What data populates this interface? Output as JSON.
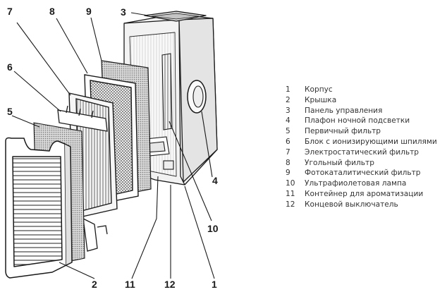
{
  "callouts": [
    {
      "id": "n1",
      "text": "1"
    },
    {
      "id": "n2",
      "text": "2"
    },
    {
      "id": "n3",
      "text": "3"
    },
    {
      "id": "n4",
      "text": "4"
    },
    {
      "id": "n5",
      "text": "5"
    },
    {
      "id": "n6",
      "text": "6"
    },
    {
      "id": "n7",
      "text": "7"
    },
    {
      "id": "n8",
      "text": "8"
    },
    {
      "id": "n9",
      "text": "9"
    },
    {
      "id": "n10",
      "text": "10"
    },
    {
      "id": "n11",
      "text": "11"
    },
    {
      "id": "n12",
      "text": "12"
    }
  ],
  "legend": [
    {
      "num": "1",
      "label": "Корпус"
    },
    {
      "num": "2",
      "label": "Крышка"
    },
    {
      "num": "3",
      "label": "Панель управления"
    },
    {
      "num": "4",
      "label": "Плафон ночной подсветки"
    },
    {
      "num": "5",
      "label": "Первичный фильтр"
    },
    {
      "num": "6",
      "label": "Блок с ионизирующими шпилями"
    },
    {
      "num": "7",
      "label": "Электростатический фильтр"
    },
    {
      "num": "8",
      "label": "Угольный фильтр"
    },
    {
      "num": "9",
      "label": "Фотокаталитический фильтр"
    },
    {
      "num": "10",
      "label": "Ультрафиолетовая лампа"
    },
    {
      "num": "11",
      "label": "Контейнер для ароматизации"
    },
    {
      "num": "12",
      "label": "Концевой выключатель"
    }
  ]
}
